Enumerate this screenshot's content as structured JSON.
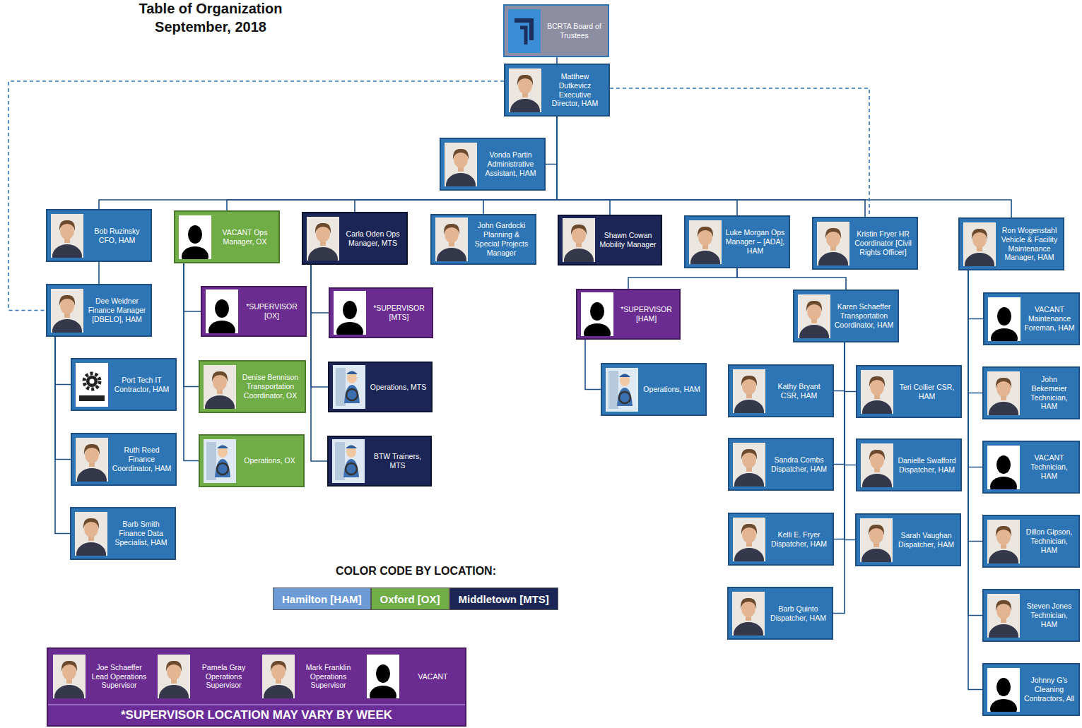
{
  "diagram": {
    "title": "Table of Organization September, 2018",
    "nodes": [
      {
        "text": [
          "BCRTA Board of Trustees"
        ]
      },
      {
        "text": [
          "Matthew Dutkevicz Executive Director, HAM"
        ]
      },
      {
        "text": [
          "Vonda Partin Administrative Assistant, HAM"
        ]
      },
      {
        "text": [
          "Bob Ruzinsky CFO, HAM"
        ]
      },
      {
        "text": [
          "VACANT Ops Manager, OX"
        ]
      },
      {
        "text": [
          "Carla Oden Ops Manager, MTS"
        ]
      },
      {
        "text": [
          "John Gardocki Planning & Special Projects Manager"
        ]
      },
      {
        "text": [
          "Shawn Cowan Mobility Manager"
        ]
      },
      {
        "text": [
          "Luke Morgan Ops Manager – [ADA], HAM"
        ]
      },
      {
        "text": [
          "Kristin Fryer HR Coordinator [Civil Rights Officer]"
        ]
      },
      {
        "text": [
          "Ron Wogenstahl Vehicle & Facility Maintenance Manager, HAM"
        ]
      },
      {
        "text": [
          "Dee Weidner Finance Manager [DBELO], HAM"
        ]
      },
      {
        "text": [
          "Port Tech IT Contractor, HAM"
        ]
      },
      {
        "text": [
          "Ruth Reed Finance Coordinator, HAM"
        ]
      },
      {
        "text": [
          "Barb Smith Finance Data Specialist, HAM"
        ]
      },
      {
        "text": [
          "*SUPERVISOR [OX]"
        ]
      },
      {
        "text": [
          "Denise Bennison Transportation Coordinator, OX"
        ]
      },
      {
        "text": [
          "Operations, OX"
        ]
      },
      {
        "text": [
          "*SUPERVISOR [MTS]"
        ]
      },
      {
        "text": [
          "Operations, MTS"
        ]
      },
      {
        "text": [
          "BTW Trainers, MTS"
        ]
      },
      {
        "text": [
          "*SUPERVISOR [HAM]"
        ]
      },
      {
        "text": [
          "Operations, HAM"
        ]
      },
      {
        "text": [
          "Karen Schaeffer Transportation Coordinator, HAM"
        ]
      },
      {
        "text": [
          "Kathy Bryant CSR, HAM"
        ]
      },
      {
        "text": [
          "Teri Collier CSR, HAM"
        ]
      },
      {
        "text": [
          "Sandra Combs Dispatcher, HAM"
        ]
      },
      {
        "text": [
          "Danielle Swafford Dispatcher, HAM"
        ]
      },
      {
        "text": [
          "Kelli E. Fryer Dispatcher, HAM"
        ]
      },
      {
        "text": [
          "Sarah Vaughan Dispatcher, HAM"
        ]
      },
      {
        "text": [
          "Barb Quinto Dispatcher, HAM"
        ]
      },
      {
        "text": [
          "VACANT Maintenance Foreman, HAM"
        ]
      },
      {
        "text": [
          "John Bekemeier Technician, HAM"
        ]
      },
      {
        "text": [
          "VACANT Technician, HAM"
        ]
      },
      {
        "text": [
          "Dillon Gipson, Technician, HAM"
        ]
      },
      {
        "text": [
          "Steven Jones Technician, HAM"
        ]
      },
      {
        "text": [
          "Johnny G's Cleaning Contractors, All"
        ]
      },
      {
        "text": [
          "*SUPERVISOR LOCATION MAY VARY BY WEEK"
        ]
      },
      {
        "text": [
          "Joe Schaeffer Lead Operations Supervisor"
        ],
        "in": 37
      },
      {
        "text": [
          "Pamela Gray Operations Supervisor"
        ],
        "in": 37
      },
      {
        "text": [
          "Mark Franklin Operations Supervisor"
        ],
        "in": 37
      },
      {
        "text": [
          "VACANT"
        ],
        "in": 37
      }
    ],
    "edges": [
      {
        "from": 0,
        "to": 1,
        "arrow": "none"
      },
      {
        "from": 1,
        "to": 2,
        "arrow": "none"
      },
      {
        "from": 1,
        "to": 3,
        "arrow": "none"
      },
      {
        "from": 1,
        "to": 4,
        "arrow": "none"
      },
      {
        "from": 1,
        "to": 5,
        "arrow": "none"
      },
      {
        "from": 1,
        "to": 6,
        "arrow": "none"
      },
      {
        "from": 1,
        "to": 7,
        "arrow": "none"
      },
      {
        "from": 1,
        "to": 8,
        "arrow": "none"
      },
      {
        "from": 1,
        "to": 9,
        "arrow": "none"
      },
      {
        "from": 1,
        "to": 10,
        "arrow": "none"
      },
      {
        "from": 1,
        "to": 11,
        "arrow": "none"
      },
      {
        "from": 1,
        "to": 9,
        "arrow": "none"
      },
      {
        "from": 3,
        "to": 11,
        "arrow": "none"
      },
      {
        "from": 11,
        "to": 12,
        "arrow": "none"
      },
      {
        "from": 11,
        "to": 13,
        "arrow": "none"
      },
      {
        "from": 11,
        "to": 14,
        "arrow": "none"
      },
      {
        "from": 4,
        "to": 15,
        "arrow": "none"
      },
      {
        "from": 4,
        "to": 16,
        "arrow": "none"
      },
      {
        "from": 4,
        "to": 17,
        "arrow": "none"
      },
      {
        "from": 5,
        "to": 18,
        "arrow": "none"
      },
      {
        "from": 5,
        "to": 19,
        "arrow": "none"
      },
      {
        "from": 5,
        "to": 20,
        "arrow": "none"
      },
      {
        "from": 8,
        "to": 21,
        "arrow": "none"
      },
      {
        "from": 8,
        "to": 23,
        "arrow": "none"
      },
      {
        "from": 21,
        "to": 22,
        "arrow": "none"
      },
      {
        "from": 23,
        "to": 24,
        "arrow": "none"
      },
      {
        "from": 23,
        "to": 25,
        "arrow": "none"
      },
      {
        "from": 23,
        "to": 26,
        "arrow": "none"
      },
      {
        "from": 23,
        "to": 27,
        "arrow": "none"
      },
      {
        "from": 23,
        "to": 28,
        "arrow": "none"
      },
      {
        "from": 23,
        "to": 29,
        "arrow": "none"
      },
      {
        "from": 23,
        "to": 30,
        "arrow": "none"
      },
      {
        "from": 10,
        "to": 31,
        "arrow": "none"
      },
      {
        "from": 10,
        "to": 32,
        "arrow": "none"
      },
      {
        "from": 10,
        "to": 33,
        "arrow": "none"
      },
      {
        "from": 10,
        "to": 34,
        "arrow": "none"
      },
      {
        "from": 10,
        "to": 35,
        "arrow": "none"
      },
      {
        "from": 10,
        "to": 36,
        "arrow": "none"
      }
    ],
    "labels": [
      "COLOR CODE BY LOCATION:"
    ],
    "legend": [
      {
        "text": "Hamilton [HAM]",
        "color": "#6c9bd6"
      },
      {
        "text": "Oxford [OX]",
        "color": "#70ad47"
      },
      {
        "text": "Middletown [MTS]",
        "color": "#1b2656"
      }
    ]
  }
}
